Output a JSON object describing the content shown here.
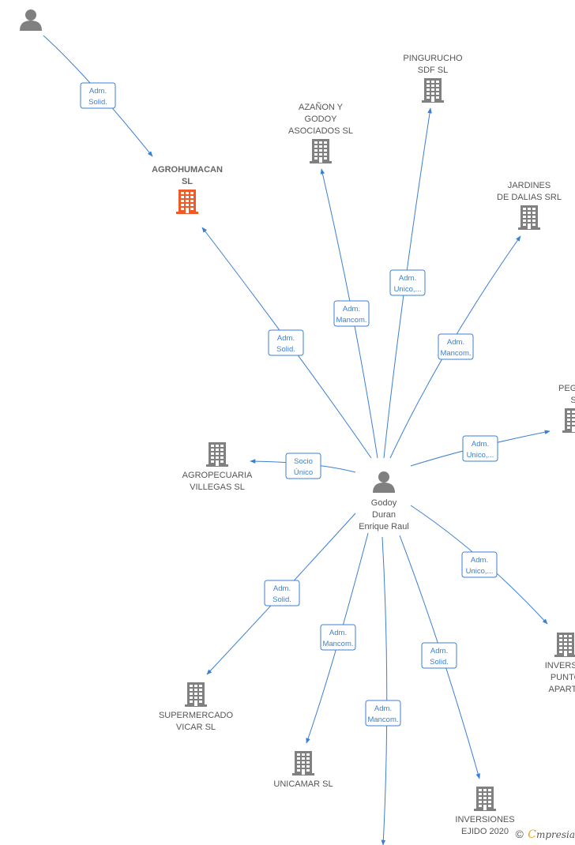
{
  "colors": {
    "edge": "#3b7fd3",
    "company": "#808080",
    "highlight": "#f05a28",
    "person": "#808080"
  },
  "nodes": [
    {
      "id": "person_top",
      "type": "person",
      "lines": []
    },
    {
      "id": "agrohumacan",
      "type": "company-highlight",
      "lines": [
        "AGROHUMACAN",
        "SL"
      ]
    },
    {
      "id": "azanon",
      "type": "company",
      "lines": [
        "AZAÑON Y",
        "GODOY",
        "ASOCIADOS  SL"
      ]
    },
    {
      "id": "pingurucho",
      "type": "company",
      "lines": [
        "PINGURUCHO",
        "SDF  SL"
      ]
    },
    {
      "id": "jardines",
      "type": "company",
      "lines": [
        "JARDINES",
        "DE DALIAS SRL"
      ]
    },
    {
      "id": "pegas",
      "type": "company",
      "lines": [
        "PEGAS",
        "S"
      ]
    },
    {
      "id": "agropecuaria",
      "type": "company",
      "lines": [
        "AGROPECUARIA",
        "VILLEGAS  SL"
      ]
    },
    {
      "id": "godoy",
      "type": "person",
      "lines": [
        "Godoy",
        "Duran",
        "Enrique Raul"
      ]
    },
    {
      "id": "inversiones_punto",
      "type": "company",
      "lines": [
        "INVERSIO",
        "PUNTO",
        "APARTE"
      ]
    },
    {
      "id": "supermercado",
      "type": "company",
      "lines": [
        "SUPERMERCADO",
        "VICAR  SL"
      ]
    },
    {
      "id": "unicamar",
      "type": "company",
      "lines": [
        "UNICAMAR  SL"
      ]
    },
    {
      "id": "inversiones_ejido",
      "type": "company",
      "lines": [
        "INVERSIONES",
        "EJIDO 2020"
      ]
    }
  ],
  "edges": [
    {
      "from": "person_top",
      "to": "agrohumacan",
      "label": [
        "Adm.",
        "Solid."
      ]
    },
    {
      "from": "godoy",
      "to": "agrohumacan",
      "label": [
        "Adm.",
        "Solid."
      ]
    },
    {
      "from": "godoy",
      "to": "azanon",
      "label": [
        "Adm.",
        "Mancom."
      ]
    },
    {
      "from": "godoy",
      "to": "pingurucho",
      "label": [
        "Adm.",
        "Unico,..."
      ]
    },
    {
      "from": "godoy",
      "to": "jardines",
      "label": [
        "Adm.",
        "Mancom."
      ]
    },
    {
      "from": "godoy",
      "to": "pegas",
      "label": [
        "Adm.",
        "Unico,..."
      ]
    },
    {
      "from": "godoy",
      "to": "agropecuaria",
      "label": [
        "Socio",
        "Único"
      ]
    },
    {
      "from": "godoy",
      "to": "inversiones_punto",
      "label": [
        "Adm.",
        "Unico,..."
      ]
    },
    {
      "from": "godoy",
      "to": "supermercado",
      "label": [
        "Adm.",
        "Solid."
      ]
    },
    {
      "from": "godoy",
      "to": "unicamar",
      "label": [
        "Adm.",
        "Mancom."
      ]
    },
    {
      "from": "godoy",
      "to": "offscreen_bottom",
      "label": [
        "Adm.",
        "Mancom."
      ]
    },
    {
      "from": "godoy",
      "to": "inversiones_ejido",
      "label": [
        "Adm.",
        "Solid."
      ]
    }
  ],
  "footer": {
    "copyright": "©",
    "brand_initial": "C",
    "brand_rest": "mpresia"
  }
}
